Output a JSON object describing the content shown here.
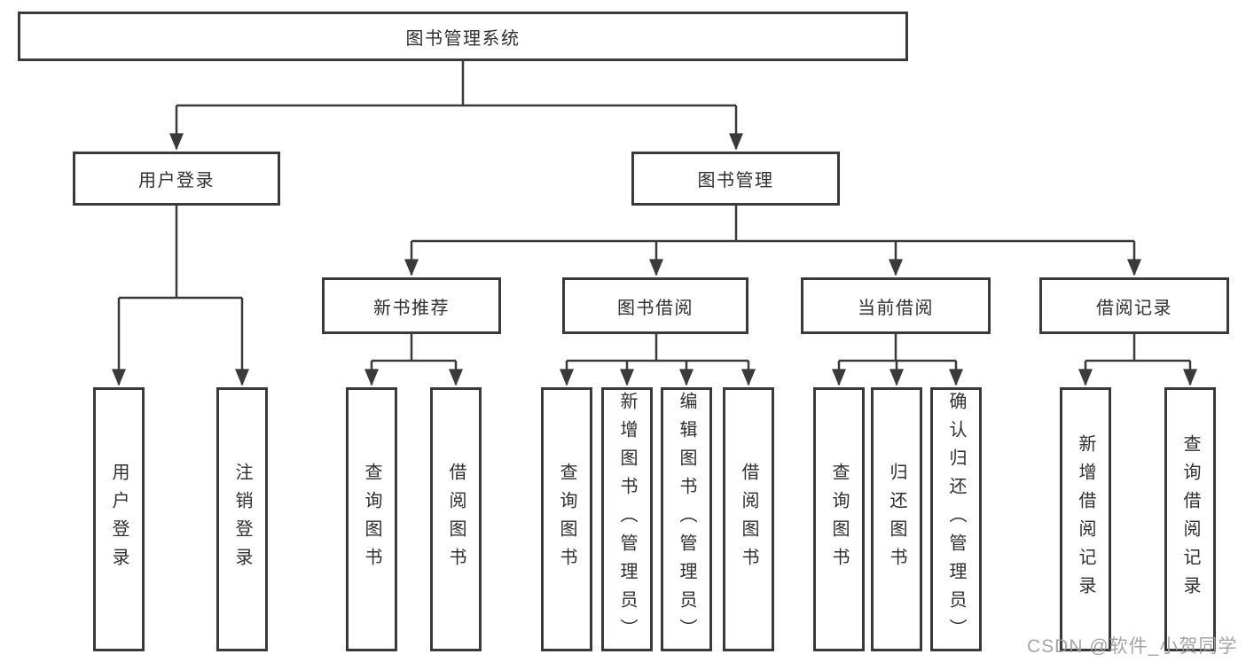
{
  "colors": {
    "background": "#ffffff",
    "box_border": "#3a3a3a",
    "line": "#3a3a3a",
    "text": "#2f2f2f",
    "watermark": "#9c9c9c"
  },
  "tree": {
    "label": "图书管理系统",
    "children": [
      {
        "label": "用户登录",
        "children": [
          {
            "label": "用户登录"
          },
          {
            "label": "注销登录"
          }
        ]
      },
      {
        "label": "图书管理",
        "children": [
          {
            "label": "新书推荐",
            "children": [
              {
                "label": "查询图书"
              },
              {
                "label": "借阅图书"
              }
            ]
          },
          {
            "label": "图书借阅",
            "children": [
              {
                "label": "查询图书"
              },
              {
                "label": "新增图书（管理员）"
              },
              {
                "label": "编辑图书（管理员）"
              },
              {
                "label": "借阅图书"
              }
            ]
          },
          {
            "label": "当前借阅",
            "children": [
              {
                "label": "查询图书"
              },
              {
                "label": "归还图书"
              },
              {
                "label": "确认归还（管理员）"
              }
            ]
          },
          {
            "label": "借阅记录",
            "children": [
              {
                "label": "新增借阅记录"
              },
              {
                "label": "查询借阅记录"
              }
            ]
          }
        ]
      }
    ]
  },
  "watermark": {
    "text": "CSDN @软件_小贺同学"
  }
}
